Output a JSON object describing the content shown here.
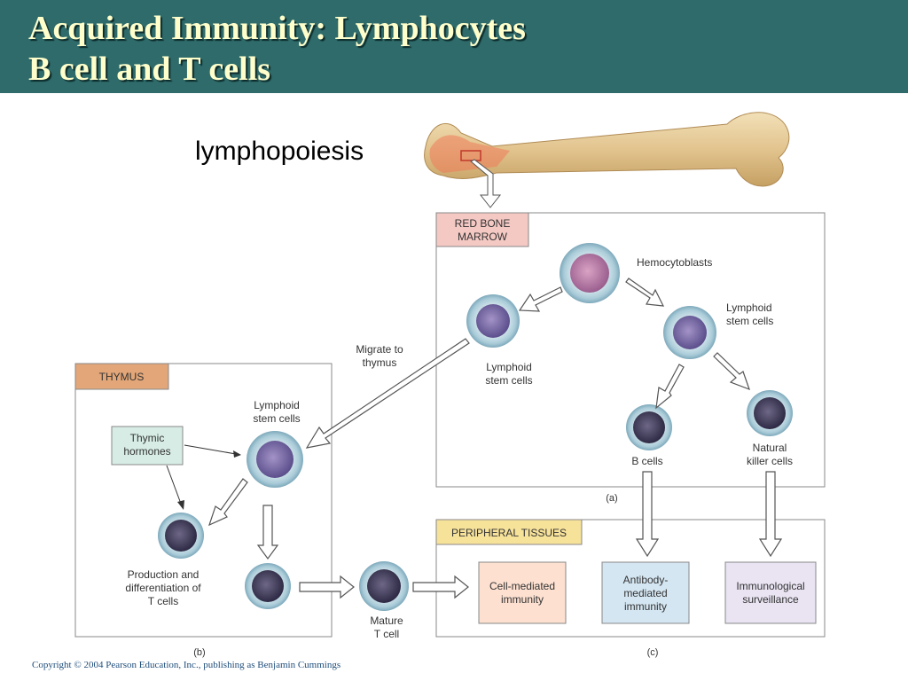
{
  "title": {
    "line1": "Acquired Immunity: Lymphocytes",
    "line2": "B cell and T cells"
  },
  "main_label": "lymphopoiesis",
  "diagram": {
    "red_bone_marrow": {
      "box_label_1": "RED BONE",
      "box_label_2": "MARROW",
      "hemocytoblasts": "Hemocytoblasts",
      "lymphoid_left_1": "Lymphoid",
      "lymphoid_left_2": "stem cells",
      "lymphoid_right_1": "Lymphoid",
      "lymphoid_right_2": "stem cells",
      "b_cells": "B cells",
      "nk_1": "Natural",
      "nk_2": "killer cells",
      "panel": "(a)"
    },
    "migrate_1": "Migrate to",
    "migrate_2": "thymus",
    "thymus": {
      "box_label": "THYMUS",
      "hormones_1": "Thymic",
      "hormones_2": "hormones",
      "lymphoid_1": "Lymphoid",
      "lymphoid_2": "stem cells",
      "production_1": "Production and",
      "production_2": "differentiation of",
      "production_3": "T cells",
      "panel": "(b)"
    },
    "mature_1": "Mature",
    "mature_2": "T cell",
    "peripheral": {
      "box_label": "PERIPHERAL TISSUES",
      "cell_mediated_1": "Cell-mediated",
      "cell_mediated_2": "immunity",
      "antibody_1": "Antibody-",
      "antibody_2": "mediated",
      "antibody_3": "immunity",
      "immuno_1": "Immunological",
      "immuno_2": "surveillance",
      "panel": "(c)"
    }
  },
  "copyright": "Copyright © 2004 Pearson Education, Inc., publishing as Benjamin Cummings",
  "colors": {
    "header_bg": "#2f6b6b",
    "title_text": "#ffffcc",
    "red_marrow_label": "#f4c9c4",
    "thymus_label": "#e2a678",
    "peripheral_label": "#f7e29a",
    "cell_mediated_box": "#fde0d0",
    "antibody_box": "#d4e6f2",
    "immuno_box": "#e9e3f2",
    "hormones_box": "#d6ece4"
  }
}
